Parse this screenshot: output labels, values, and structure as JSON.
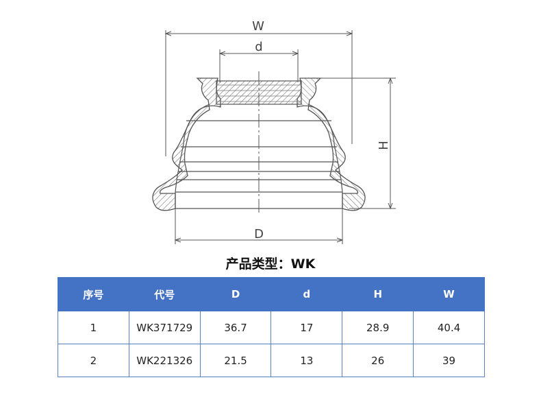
{
  "drawing": {
    "dimension_labels": {
      "W": "W",
      "d": "d",
      "H": "H",
      "D": "D"
    }
  },
  "title": "产品类型：WK",
  "table": {
    "headers": [
      "序号",
      "代号",
      "D",
      "d",
      "H",
      "W"
    ],
    "rows": [
      [
        "1",
        "WK371729",
        "36.7",
        "17",
        "28.9",
        "40.4"
      ],
      [
        "2",
        "WK221326",
        "21.5",
        "13",
        "26",
        "39"
      ]
    ]
  }
}
